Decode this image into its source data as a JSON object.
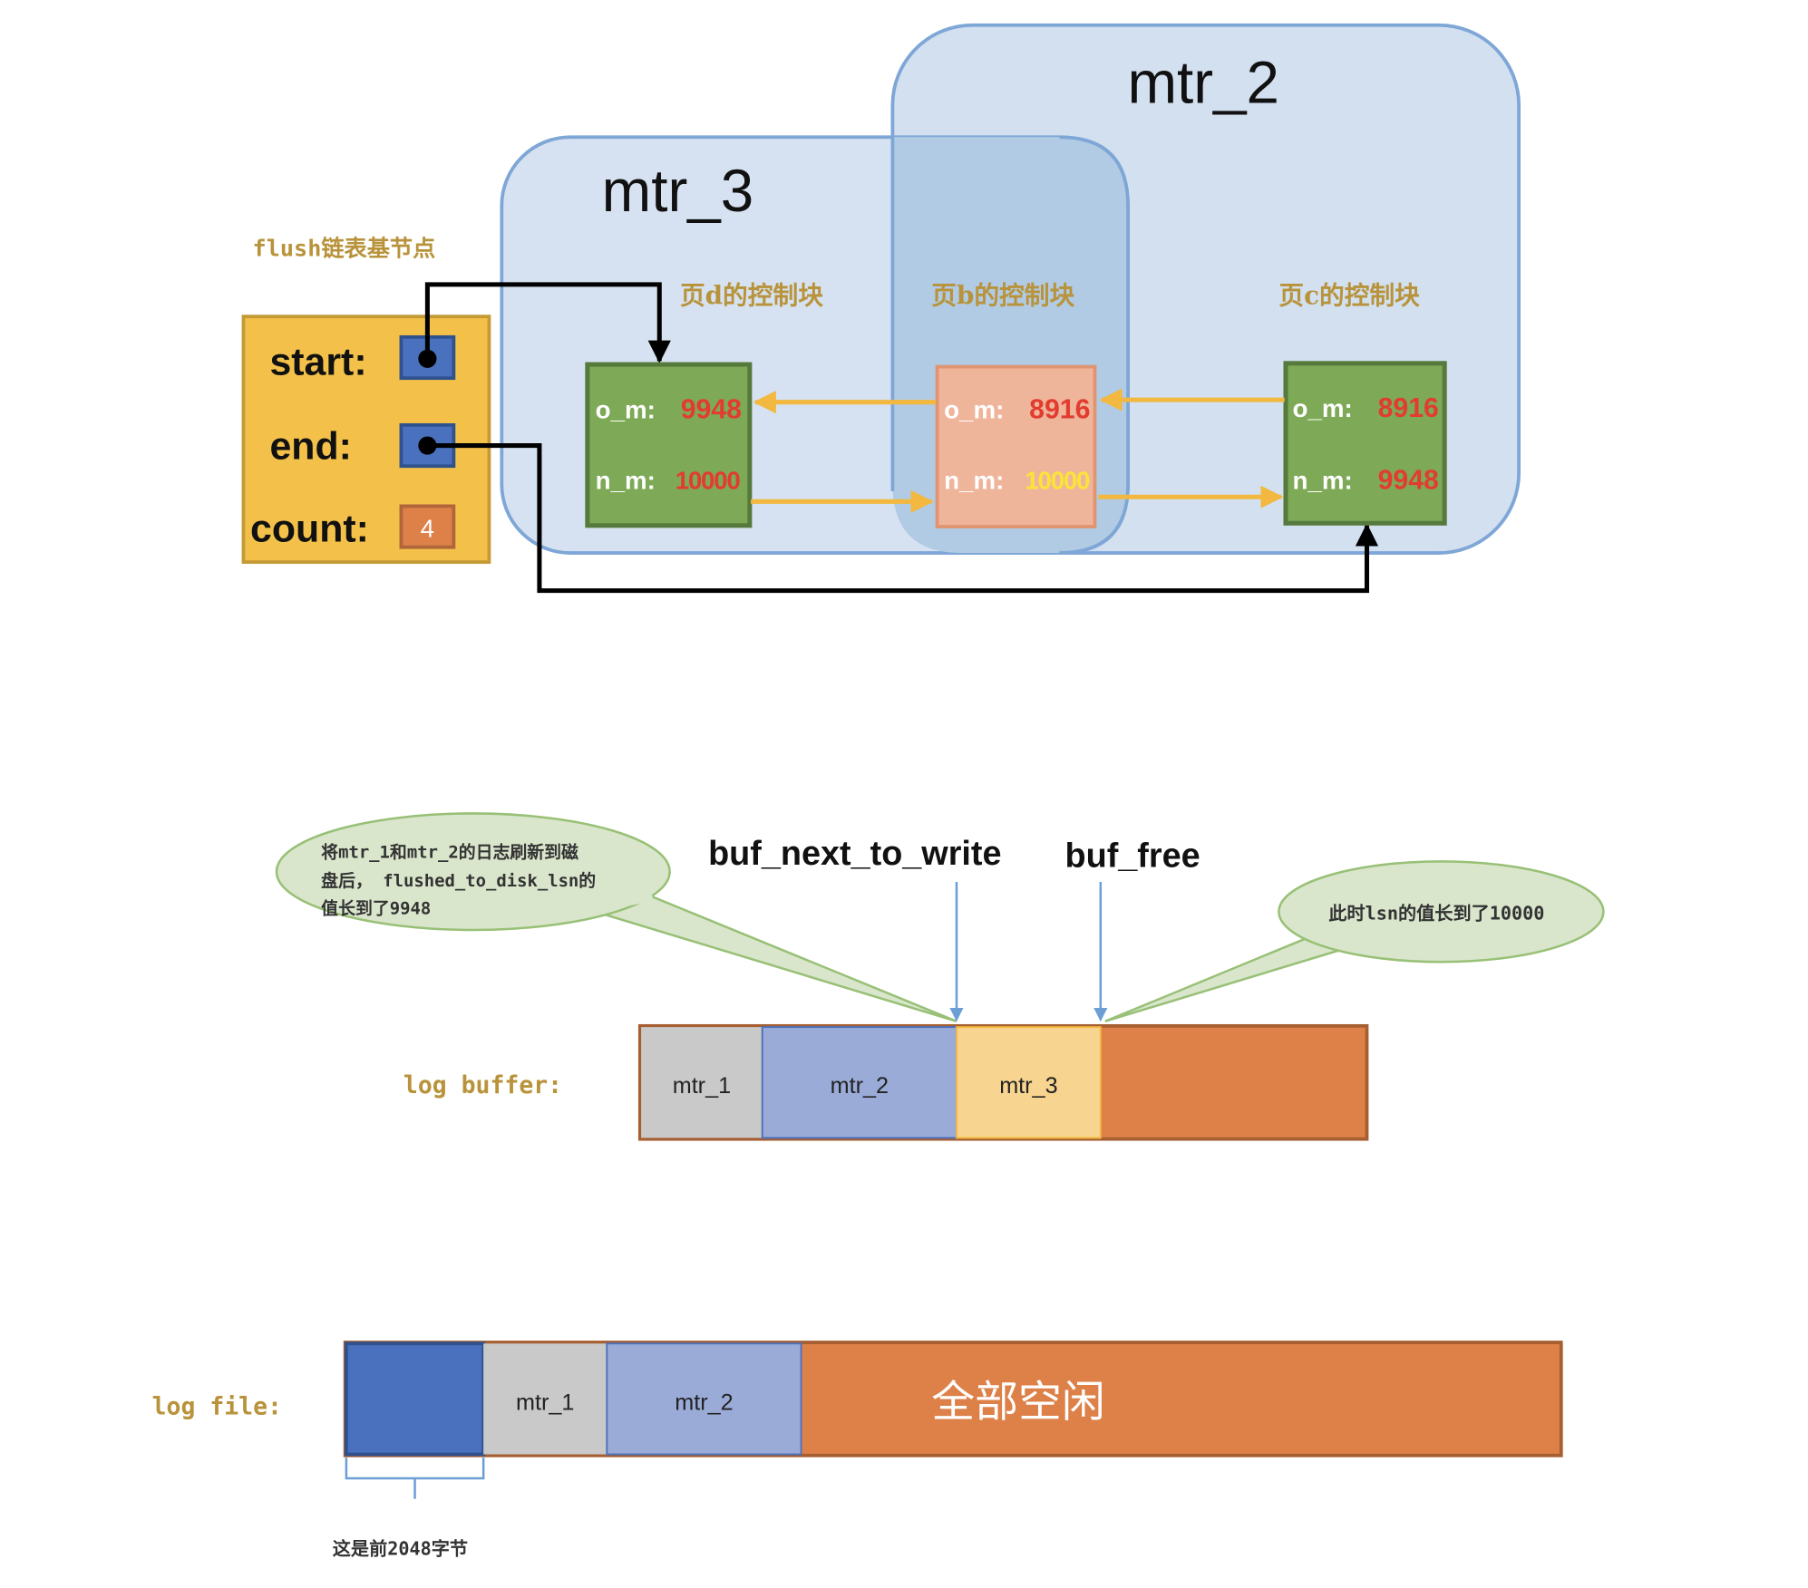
{
  "colors": {
    "mtr_region_fill": "#d2e0f0",
    "mtr_region_overlap": "#b1cbe4",
    "mtr_region_stroke": "#7ea6d6",
    "base_node_fill": "#f3c14a",
    "base_node_stroke": "#c49a37",
    "pointer_fill": "#4a71bd",
    "pointer_stroke": "#2f528f",
    "count_fill": "#dd8149",
    "green_node_fill": "#7ea957",
    "green_node_stroke": "#56793c",
    "pink_node_fill": "#efb59b",
    "pink_node_stroke": "#e0946f",
    "value_red": "#e23c2f",
    "value_yellow": "#fbe33a",
    "link_arrow": "#f2b83f",
    "annotation_gold": "#b8933b",
    "callout_fill": "#d9e6cc",
    "callout_stroke": "#98c076",
    "marker_arrow": "#6b9fd6",
    "seg_gray": "#c9c9c9",
    "seg_blue": "#9aabd8",
    "seg_yellow": "#f7d48f",
    "seg_orange": "#dd8149",
    "seg_dark_blue": "#4a71bd"
  },
  "flush_list": {
    "title": "flush链表基节点",
    "start_label": "start:",
    "end_label": "end:",
    "count_label": "count:",
    "count_value": "4"
  },
  "mtr_groups": [
    {
      "id": "mtr_3",
      "label": "mtr_3"
    },
    {
      "id": "mtr_2",
      "label": "mtr_2"
    }
  ],
  "control_blocks": [
    {
      "id": "page-d",
      "title": "页d的控制块",
      "o_m_label": "o_m:",
      "o_m": "9948",
      "n_m_label": "n_m:",
      "n_m": "10000"
    },
    {
      "id": "page-b",
      "title": "页b的控制块",
      "o_m_label": "o_m:",
      "o_m": "8916",
      "n_m_label": "n_m:",
      "n_m": "10000"
    },
    {
      "id": "page-c",
      "title": "页c的控制块",
      "o_m_label": "o_m:",
      "o_m": "8916",
      "n_m_label": "n_m:",
      "n_m": "9948"
    }
  ],
  "log_buffer": {
    "label": "log buffer:",
    "segments": [
      {
        "label": "mtr_1",
        "kind": "flushed"
      },
      {
        "label": "mtr_2",
        "kind": "flushed"
      },
      {
        "label": "mtr_3",
        "kind": "written"
      },
      {
        "label": "",
        "kind": "free"
      }
    ],
    "markers": {
      "buf_next_to_write": "buf_next_to_write",
      "buf_free": "buf_free"
    },
    "callout_left": {
      "lines": [
        "将mtr_1和mtr_2的日志刷新到磁",
        "盘后， flushed_to_disk_lsn的",
        "值长到了9948"
      ]
    },
    "callout_right": {
      "text": "此时lsn的值长到了10000"
    }
  },
  "log_file": {
    "label": "log file:",
    "segments": [
      {
        "label": "",
        "kind": "header"
      },
      {
        "label": "mtr_1",
        "kind": "data"
      },
      {
        "label": "mtr_2",
        "kind": "data"
      },
      {
        "label": "全部空闲",
        "kind": "free"
      }
    ],
    "brace_note": "这是前2048字节"
  }
}
